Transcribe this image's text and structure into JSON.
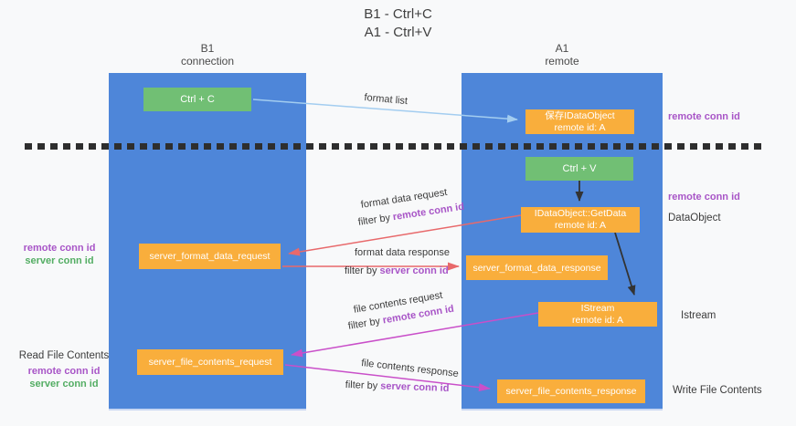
{
  "page_title": {
    "line1": "B1 - Ctrl+C",
    "line2": "A1 - Ctrl+V"
  },
  "lanes": {
    "left": {
      "title": "B1",
      "subtitle": "connection"
    },
    "right": {
      "title": "A1",
      "subtitle": "remote"
    }
  },
  "nodes": {
    "ctrl_c": {
      "label": "Ctrl + C"
    },
    "ctrl_v": {
      "label": "Ctrl + V"
    },
    "save_idataobject": {
      "line1": "保存IDataObject",
      "line2": "remote id: A"
    },
    "idataobject_getdata": {
      "line1": "IDataObject::GetData",
      "line2": "remote id: A"
    },
    "istream": {
      "line1": "IStream",
      "line2": "remote id: A"
    },
    "server_format_data_request": {
      "label": "server_format_data_request"
    },
    "server_format_data_response": {
      "label": "server_format_data_response"
    },
    "server_file_contents_request": {
      "label": "server_file_contents_request"
    },
    "server_file_contents_response": {
      "label": "server_file_contents_response"
    }
  },
  "flow_labels": {
    "format_list": "format list",
    "format_data_request": "format data request",
    "format_data_response": "format data response",
    "file_contents_request": "file contents request",
    "file_contents_response": "file contents response",
    "filter_by": "filter by",
    "remote_conn_id": "remote conn id",
    "server_conn_id": "server conn id"
  },
  "side_labels": {
    "remote_conn_id": "remote conn id",
    "server_conn_id": "server conn id",
    "dataobject": "DataObject",
    "istream": "Istream",
    "read_file_contents": "Read File Contents",
    "write_file_contents": "Write File Contents"
  },
  "colors": {
    "lane_blue": "#4e86d9",
    "box_green": "#71bf74",
    "box_orange": "#f9ae3c",
    "arrow_red": "#e8696b",
    "arrow_magenta": "#c94fc9",
    "arrow_lightblue": "#a3cdf0",
    "arrow_black": "#333333",
    "text_purple": "#a855c7",
    "text_green": "#53ad63",
    "text_ink": "#3b3b3b",
    "background": "#f8f9fa"
  }
}
